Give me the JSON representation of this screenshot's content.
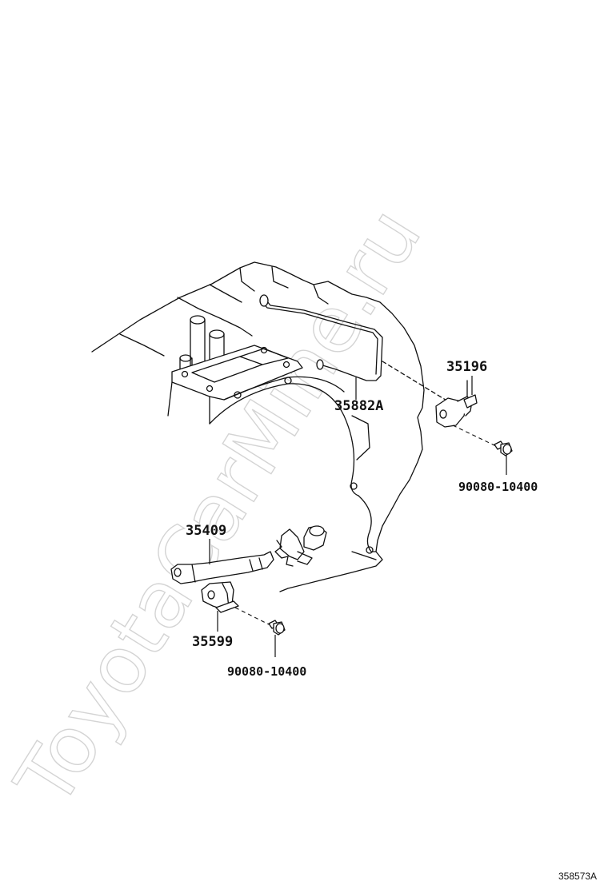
{
  "watermark": "ToyotaCarMine.ru",
  "parts": {
    "tube": "35882A",
    "bracket_upper": "35196",
    "bolt_upper": "90080-10400",
    "lever": "35409",
    "bracket_lower": "35599",
    "bolt_lower": "90080-10400"
  },
  "illustration_code": "358573A"
}
